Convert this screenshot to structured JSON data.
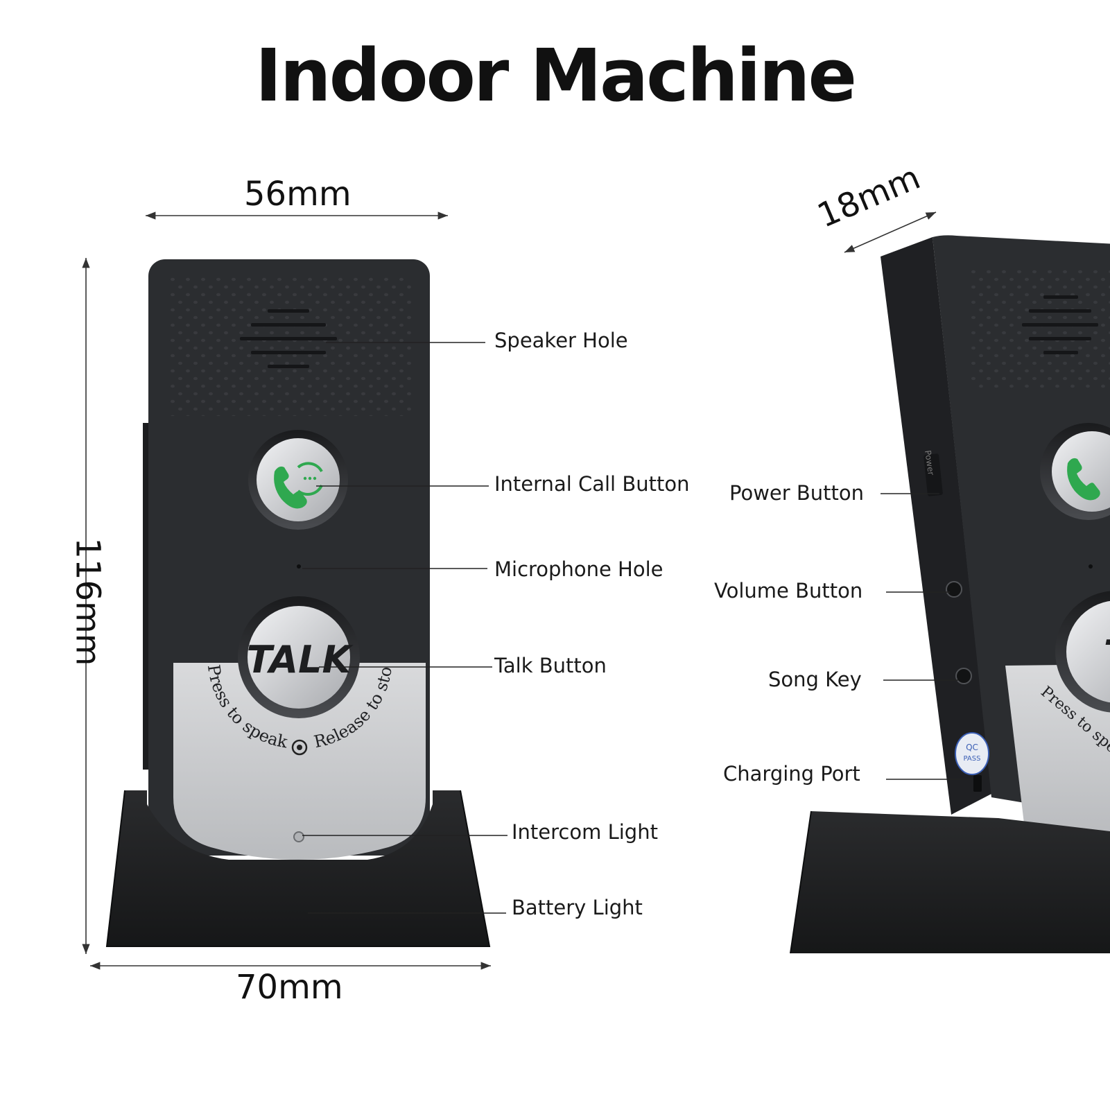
{
  "title": "Indoor Machine",
  "dimensions": {
    "width_top": "56mm",
    "height": "116mm",
    "width_base": "70mm",
    "depth": "18mm"
  },
  "front_callouts": {
    "speaker_hole": "Speaker Hole",
    "internal_call_button": "Internal Call Button",
    "microphone_hole": "Microphone Hole",
    "talk_button": "Talk Button",
    "intercom_light": "Intercom Light",
    "battery_light": "Battery Light"
  },
  "side_callouts": {
    "power_button": "Power Button",
    "volume_button": "Volume Button",
    "song_key": "Song Key",
    "charging_port": "Charging Port"
  },
  "device_print": {
    "talk": "TALK",
    "press_to_speak": "Press to speak",
    "release_to_stop": "Release to stop",
    "power": "Power",
    "qc": "QC",
    "pass": "PASS"
  },
  "colors": {
    "device_body": "#2b2d30",
    "device_base": "#1e1f21",
    "silver_panel": "#c9cbcd",
    "button_silver": "#dcdde0",
    "call_icon_green": "#2fa84f",
    "line": "#222222"
  }
}
